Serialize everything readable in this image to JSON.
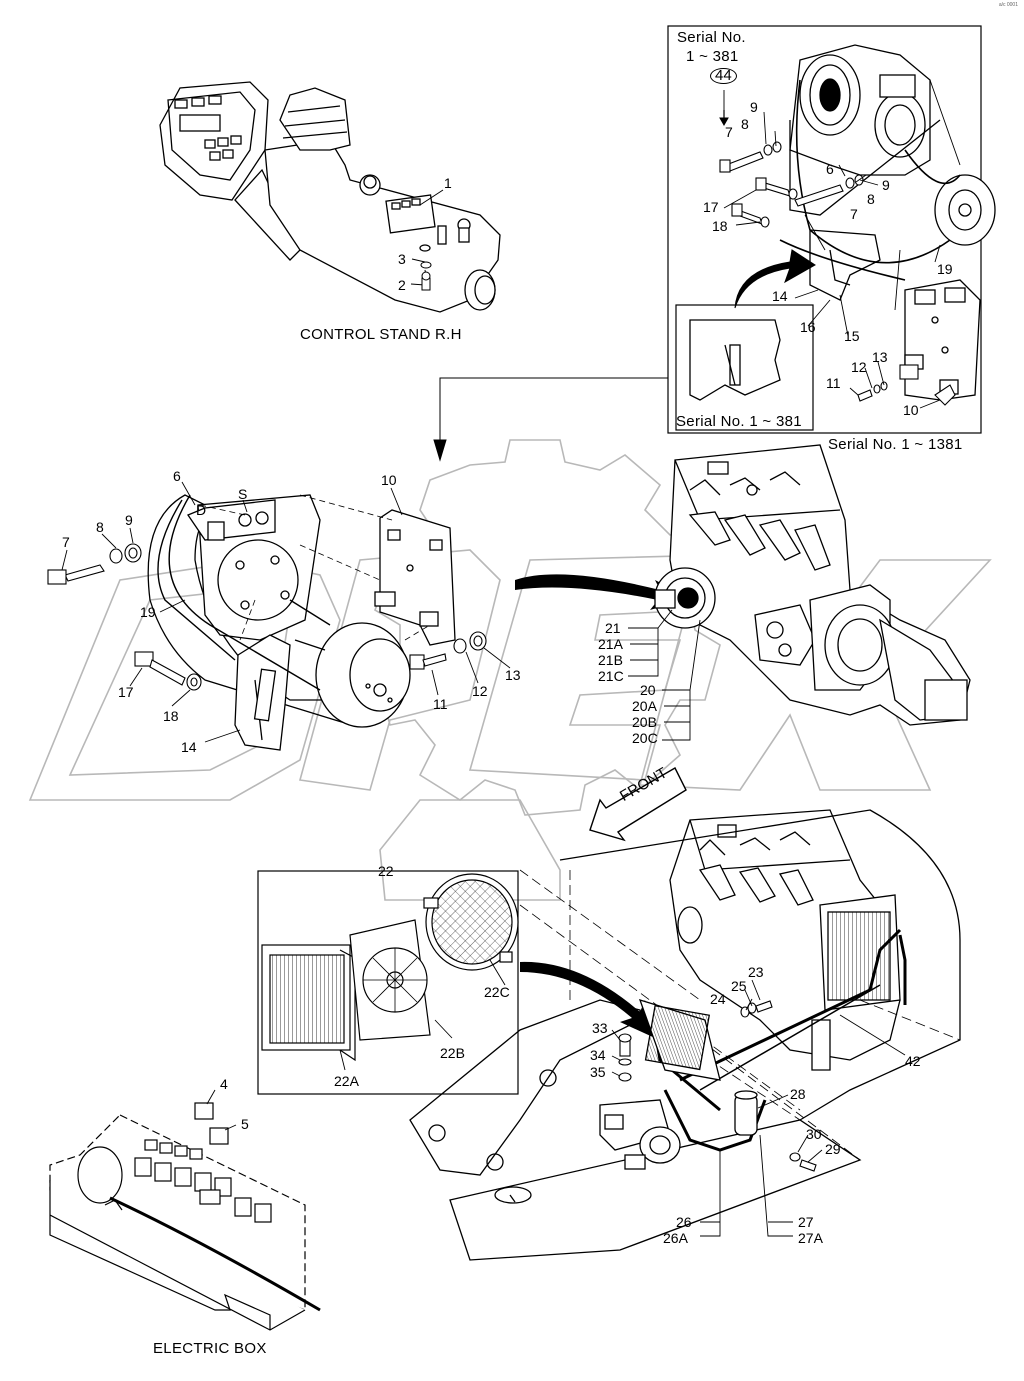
{
  "captions": {
    "control_stand": "CONTROL STAND R.H",
    "electric_box": "ELECTRIC BOX",
    "front": "FRONT",
    "serial_inset_header_1": "Serial No.",
    "serial_inset_header_2": "1 ~ 381",
    "serial_inset_circled": "44",
    "serial_inset_bottom": "Serial No. 1 ~ 381",
    "serial_outer": "Serial No. 1 ~ 1381"
  },
  "callouts": {
    "cs_1": "1",
    "cs_2": "2",
    "cs_3": "3",
    "in_9a": "9",
    "in_8a": "8",
    "in_7a": "7",
    "in_6": "6",
    "in_9b": "9",
    "in_8b": "8",
    "in_7b": "7",
    "in_17": "17",
    "in_18": "18",
    "in_14": "14",
    "in_16": "16",
    "in_15": "15",
    "in_19": "19",
    "in_13": "13",
    "in_12": "12",
    "in_11": "11",
    "in_10": "10",
    "m_6": "6",
    "m_d": "D",
    "m_s": "S",
    "m_10": "10",
    "m_7": "7",
    "m_8": "8",
    "m_9": "9",
    "m_19": "19",
    "m_17": "17",
    "m_18": "18",
    "m_14": "14",
    "m_11": "11",
    "m_12": "12",
    "m_13": "13",
    "e_21": "21",
    "e_21a": "21A",
    "e_21b": "21B",
    "e_21c": "21C",
    "e_20": "20",
    "e_20a": "20A",
    "e_20b": "20B",
    "e_20c": "20C",
    "c_22": "22",
    "c_22c": "22C",
    "c_22b": "22B",
    "c_22a": "22A",
    "b_33": "33",
    "b_34": "34",
    "b_35": "35",
    "b_23": "23",
    "b_25": "25",
    "b_24": "24",
    "b_42": "42",
    "b_28": "28",
    "b_30": "30",
    "b_29": "29",
    "b_26": "26",
    "b_26a": "26A",
    "b_27": "27",
    "b_27a": "27A",
    "eb_4": "4",
    "eb_5": "5"
  },
  "colors": {
    "ink": "#000000",
    "watermark": "#c8c8c8",
    "background": "#ffffff"
  },
  "stamp": "a/c 0001"
}
